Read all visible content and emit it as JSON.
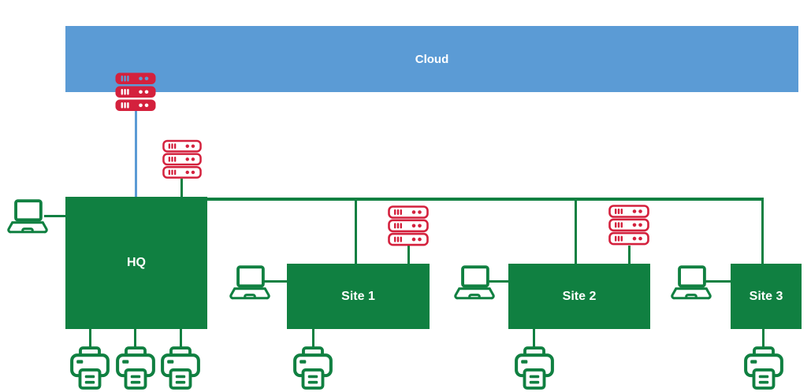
{
  "diagram_type": "network-topology",
  "colors": {
    "zone_fill": "#5B9BD5",
    "site_fill": "#108041",
    "server_red": "#D4213D",
    "link_green": "#108041",
    "link_blue": "#5B9BD5",
    "label_text": "#FFFFFF",
    "background": "#FFFFFF"
  },
  "nodes": {
    "cloud": {
      "label": "Cloud"
    },
    "hq": {
      "label": "HQ"
    },
    "site1": {
      "label": "Site 1"
    },
    "site2": {
      "label": "Site 2"
    },
    "site3": {
      "label": "Site 3"
    }
  },
  "devices": [
    {
      "icon": "rack-server-stack-filled-icon",
      "style": "solid-red",
      "position": "on bottom edge of Cloud"
    },
    {
      "icon": "rack-server-stack-outline-icon",
      "style": "red-outline",
      "position": "above HQ"
    },
    {
      "icon": "rack-server-stack-outline-icon",
      "style": "red-outline",
      "position": "above Site 1"
    },
    {
      "icon": "rack-server-stack-outline-icon",
      "style": "red-outline",
      "position": "above Site 2"
    },
    {
      "icon": "laptop-icon",
      "style": "green-outline",
      "position": "left of HQ"
    },
    {
      "icon": "laptop-icon",
      "style": "green-outline",
      "position": "left of Site 1"
    },
    {
      "icon": "laptop-icon",
      "style": "green-outline",
      "position": "left of Site 2"
    },
    {
      "icon": "laptop-icon",
      "style": "green-outline",
      "position": "left of Site 3"
    },
    {
      "icon": "printer-icon",
      "style": "green-outline",
      "position": "below HQ (1 of 3)"
    },
    {
      "icon": "printer-icon",
      "style": "green-outline",
      "position": "below HQ (2 of 3)"
    },
    {
      "icon": "printer-icon",
      "style": "green-outline",
      "position": "below HQ (3 of 3)"
    },
    {
      "icon": "printer-icon",
      "style": "green-outline",
      "position": "below Site 1"
    },
    {
      "icon": "printer-icon",
      "style": "green-outline",
      "position": "below Site 2"
    },
    {
      "icon": "printer-icon",
      "style": "green-outline",
      "position": "below Site 3"
    }
  ],
  "connections": [
    {
      "from": "cloud-server-stack",
      "to": "HQ",
      "color": "blue"
    },
    {
      "from": "hq-server-stack",
      "to": "HQ",
      "color": "green"
    },
    {
      "from": "HQ",
      "to": "Site 1",
      "color": "green"
    },
    {
      "from": "HQ",
      "to": "Site 2",
      "color": "green"
    },
    {
      "from": "HQ",
      "to": "Site 3",
      "color": "green"
    },
    {
      "from": "site1-server-stack",
      "to": "Site 1",
      "color": "green"
    },
    {
      "from": "site2-server-stack",
      "to": "Site 2",
      "color": "green"
    },
    {
      "from": "laptop",
      "to": "HQ",
      "color": "green"
    },
    {
      "from": "laptop",
      "to": "Site 1",
      "color": "green"
    },
    {
      "from": "laptop",
      "to": "Site 2",
      "color": "green"
    },
    {
      "from": "laptop",
      "to": "Site 3",
      "color": "green"
    },
    {
      "from": "printer x3",
      "to": "HQ",
      "color": "green"
    },
    {
      "from": "printer",
      "to": "Site 1",
      "color": "green"
    },
    {
      "from": "printer",
      "to": "Site 2",
      "color": "green"
    },
    {
      "from": "printer",
      "to": "Site 3",
      "color": "green"
    }
  ]
}
